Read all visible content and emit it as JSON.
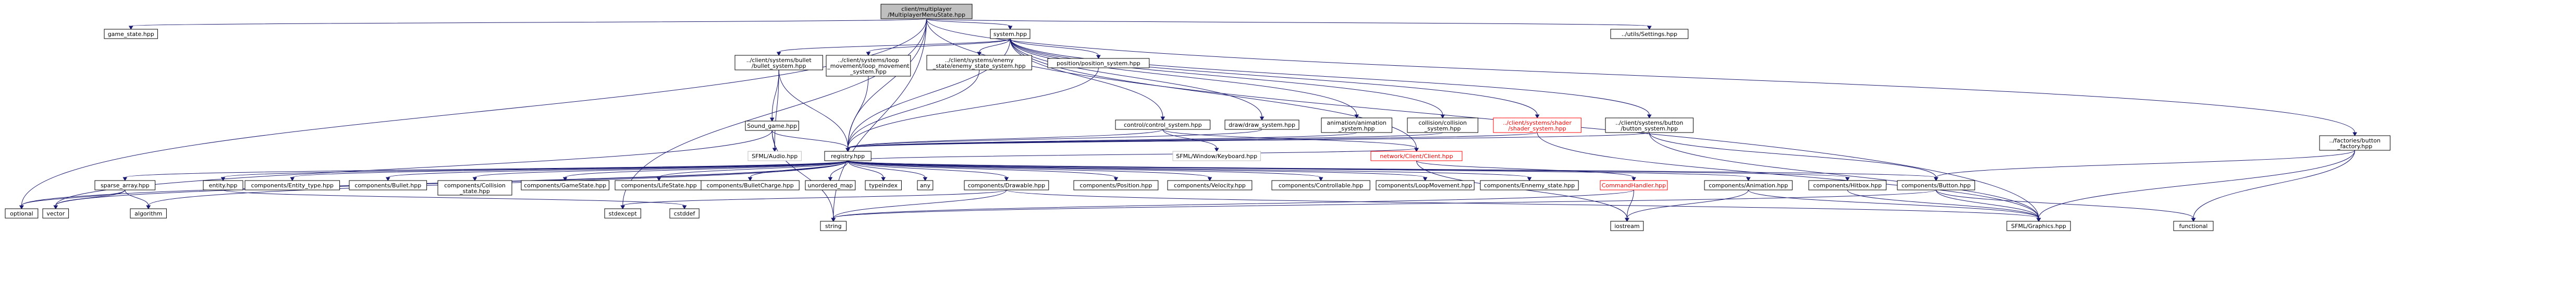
{
  "colors": {
    "edge": "#191970",
    "root_fill": "#bfbfbf",
    "missing_border": "#ff0000",
    "external_border": "#bfbfbf"
  },
  "nodes": {
    "root": {
      "line1": "client/multiplayer",
      "line2": "/MultiplayerMenuState.hpp"
    },
    "game_state": "game_state.hpp",
    "system": "system.hpp",
    "settings": "../utils/Settings.hpp",
    "factories_button": {
      "line1": "../factories/button",
      "line2": "_factory.hpp"
    },
    "bullet_system": {
      "line1": "../client/systems/bullet",
      "line2": "/bullet_system.hpp"
    },
    "loop_movement": {
      "line1": "../client/systems/loop",
      "line2": "_movement/loop_movement",
      "line3": "_system.hpp"
    },
    "enemy_state": {
      "line1": "../client/systems/enemy",
      "line2": "_state/enemy_state_system.hpp"
    },
    "position_system": "position/position_system.hpp",
    "control_system": "control/control_system.hpp",
    "draw_system": "draw/draw_system.hpp",
    "animation_system": {
      "line1": "animation/animation",
      "line2": "_system.hpp"
    },
    "collision_system": {
      "line1": "collision/collision",
      "line2": "_system.hpp"
    },
    "shader_system": {
      "line1": "../client/systems/shader",
      "line2": "/shader_system.hpp"
    },
    "button_system": {
      "line1": "../client/systems/button",
      "line2": "/button_system.hpp"
    },
    "sound_game": "Sound_game.hpp",
    "sfml_audio": "SFML/Audio.hpp",
    "registry": "registry.hpp",
    "sfml_keyboard": "SFML/Window/Keyboard.hpp",
    "network_client": "network/Client/Client.hpp",
    "command_handler": "CommandHandler.hpp",
    "sparse_array": "sparse_array.hpp",
    "entity": "entity.hpp",
    "entity_type": "components/Entity_type.hpp",
    "comp_bullet": "components/Bullet.hpp",
    "comp_collision_state": {
      "line1": "components/Collision",
      "line2": "_state.hpp"
    },
    "comp_gamestate": "components/GameState.hpp",
    "comp_lifestate": "components/LifeState.hpp",
    "comp_bulletcharge": "components/BulletCharge.hpp",
    "unordered_map": "unordered_map",
    "typeindex": "typeindex",
    "any": "any",
    "comp_drawable": "components/Drawable.hpp",
    "comp_position": "components/Position.hpp",
    "comp_velocity": "components/Velocity.hpp",
    "comp_controllable": "components/Controllable.hpp",
    "comp_loopmovement": "components/LoopMovement.hpp",
    "comp_enemy_state": "components/Ennemy_state.hpp",
    "comp_animation": "components/Animation.hpp",
    "comp_hitbox": "components/Hitbox.hpp",
    "comp_button": "components/Button.hpp",
    "optional": "optional",
    "vector": "vector",
    "algorithm": "algorithm",
    "stdexcept": "stdexcept",
    "cstddef": "cstddef",
    "string": "string",
    "iostream": "iostream",
    "sfml_graphics": "SFML/Graphics.hpp",
    "functional": "functional"
  }
}
